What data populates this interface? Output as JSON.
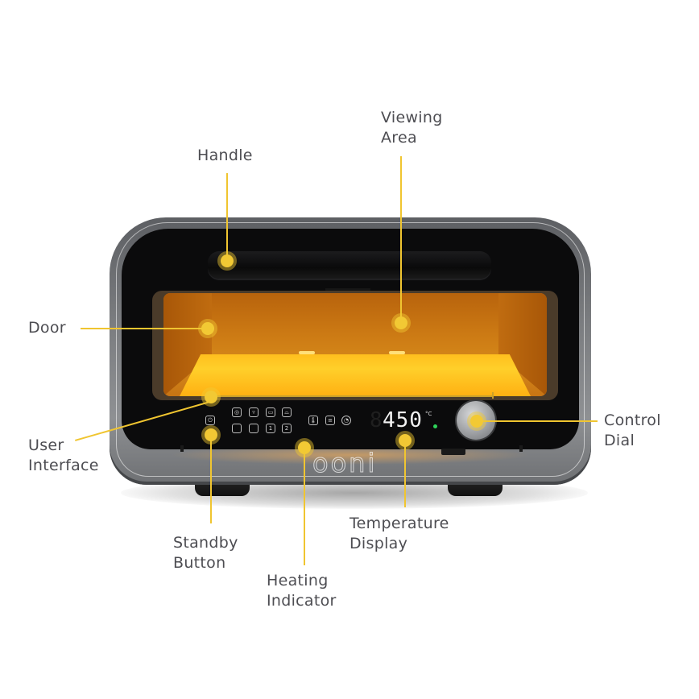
{
  "diagram": {
    "subject": "Ooni electric pizza oven",
    "brand_text": "ooni",
    "accent_color": "#f2c934",
    "text_color": "#4d4d52",
    "labels": [
      {
        "id": "handle",
        "lines": [
          "Handle"
        ]
      },
      {
        "id": "viewing-area",
        "lines": [
          "Viewing",
          "Area"
        ]
      },
      {
        "id": "door",
        "lines": [
          "Door"
        ]
      },
      {
        "id": "user-interface",
        "lines": [
          "User",
          "Interface"
        ]
      },
      {
        "id": "control-dial",
        "lines": [
          "Control",
          "Dial"
        ]
      },
      {
        "id": "standby-button",
        "lines": [
          "Standby",
          "Button"
        ]
      },
      {
        "id": "heating-indicator",
        "lines": [
          "Heating",
          "Indicator"
        ]
      },
      {
        "id": "temperature-display",
        "lines": [
          "Temperature",
          "Display"
        ]
      }
    ],
    "display": {
      "temperature": "450",
      "unit": "°C",
      "ghost_digit": "8"
    },
    "panel_icons": {
      "top_row": [
        "neapolitan-icon",
        "pizza-slice-icon",
        "pan-pizza-icon",
        "bread-icon"
      ],
      "bottom_row": [
        "top-heat-icon",
        "bottom-heat-icon",
        "preset-1",
        "preset-2"
      ],
      "preset_labels": [
        "1",
        "2"
      ],
      "right_group": [
        "thermometer-icon",
        "grill-icon",
        "timer-icon"
      ]
    }
  }
}
